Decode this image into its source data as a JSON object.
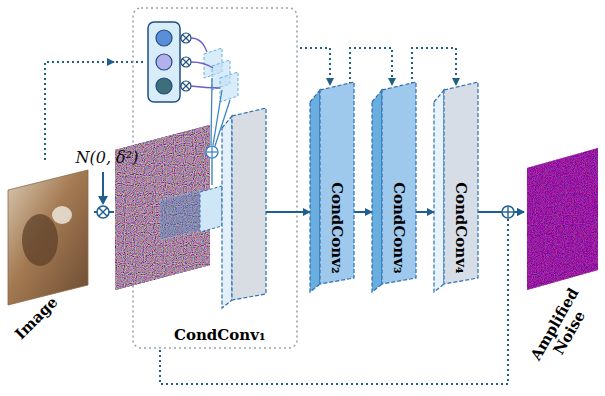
{
  "diagram": {
    "nodes": [
      {
        "text": [
          "Image"
        ]
      },
      {
        "text": [
          "CondConv₁"
        ]
      },
      {
        "text": [
          "CondConv₂"
        ]
      },
      {
        "text": [
          "CondConv₃"
        ]
      },
      {
        "text": [
          "CondConv₄"
        ]
      },
      {
        "text": [
          "Amplified Noise"
        ]
      }
    ],
    "edges": [
      {
        "from": 0,
        "to": 1,
        "arrow": "none"
      },
      {
        "from": 0,
        "to": 1,
        "arrow": "to"
      },
      {
        "from": 1,
        "to": 2,
        "arrow": "to"
      },
      {
        "from": 2,
        "to": 3,
        "arrow": "to"
      },
      {
        "from": 3,
        "to": 4,
        "arrow": "to"
      },
      {
        "from": 4,
        "to": 5,
        "arrow": "to"
      },
      {
        "from": 1,
        "to": 5,
        "arrow": "to"
      }
    ],
    "labels": [
      "N(0, δ²)"
    ]
  }
}
